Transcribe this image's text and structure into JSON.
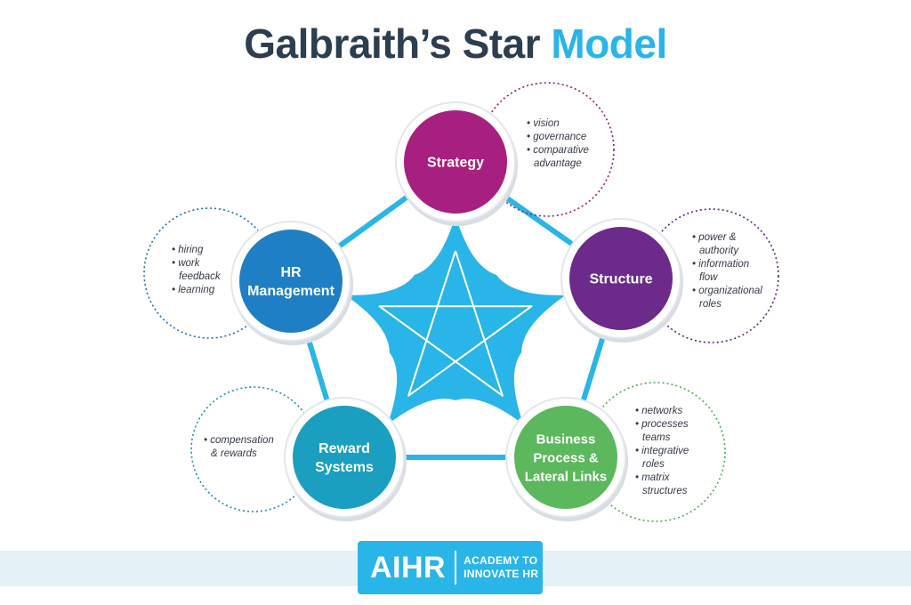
{
  "title": {
    "main": "Galbraith’s Star",
    "accent": "Model"
  },
  "colors": {
    "title": "#2c3e50",
    "accent": "#29b5e8",
    "connector": "#29b5e8"
  },
  "nodes": [
    {
      "id": "strategy",
      "lines": [
        "Strategy"
      ],
      "color": "#a8207f",
      "ring": "#8b1d72",
      "bullets": [
        [
          "vision"
        ],
        [
          "governance"
        ],
        [
          "comparative",
          "advantage"
        ]
      ]
    },
    {
      "id": "structure",
      "lines": [
        "Structure"
      ],
      "color": "#6c2a8a",
      "ring": "#5a2478",
      "bullets": [
        [
          "power &",
          "authority"
        ],
        [
          "information",
          "flow"
        ],
        [
          "organizational",
          "roles"
        ]
      ]
    },
    {
      "id": "business-process",
      "lines": [
        "Business",
        "Process &",
        "Lateral Links"
      ],
      "color": "#5cb85c",
      "ring": "#4caa5a",
      "bullets": [
        [
          "networks"
        ],
        [
          "processes",
          "teams"
        ],
        [
          "integrative",
          "roles"
        ],
        [
          "matrix",
          "structures"
        ]
      ]
    },
    {
      "id": "reward-systems",
      "lines": [
        "Reward",
        "Systems"
      ],
      "color": "#1a9fc0",
      "ring": "#1a8fb0",
      "bullets": [
        [
          "compensation",
          "& rewards"
        ]
      ]
    },
    {
      "id": "hr-management",
      "lines": [
        "HR",
        "Management"
      ],
      "color": "#1f7fc4",
      "ring": "#1a70b0",
      "bullets": [
        [
          "hiring"
        ],
        [
          "work",
          "feedback"
        ],
        [
          "learning"
        ]
      ]
    }
  ],
  "logo": {
    "mark": "AIHR",
    "line1": "ACADEMY TO",
    "line2": "INNOVATE HR"
  }
}
